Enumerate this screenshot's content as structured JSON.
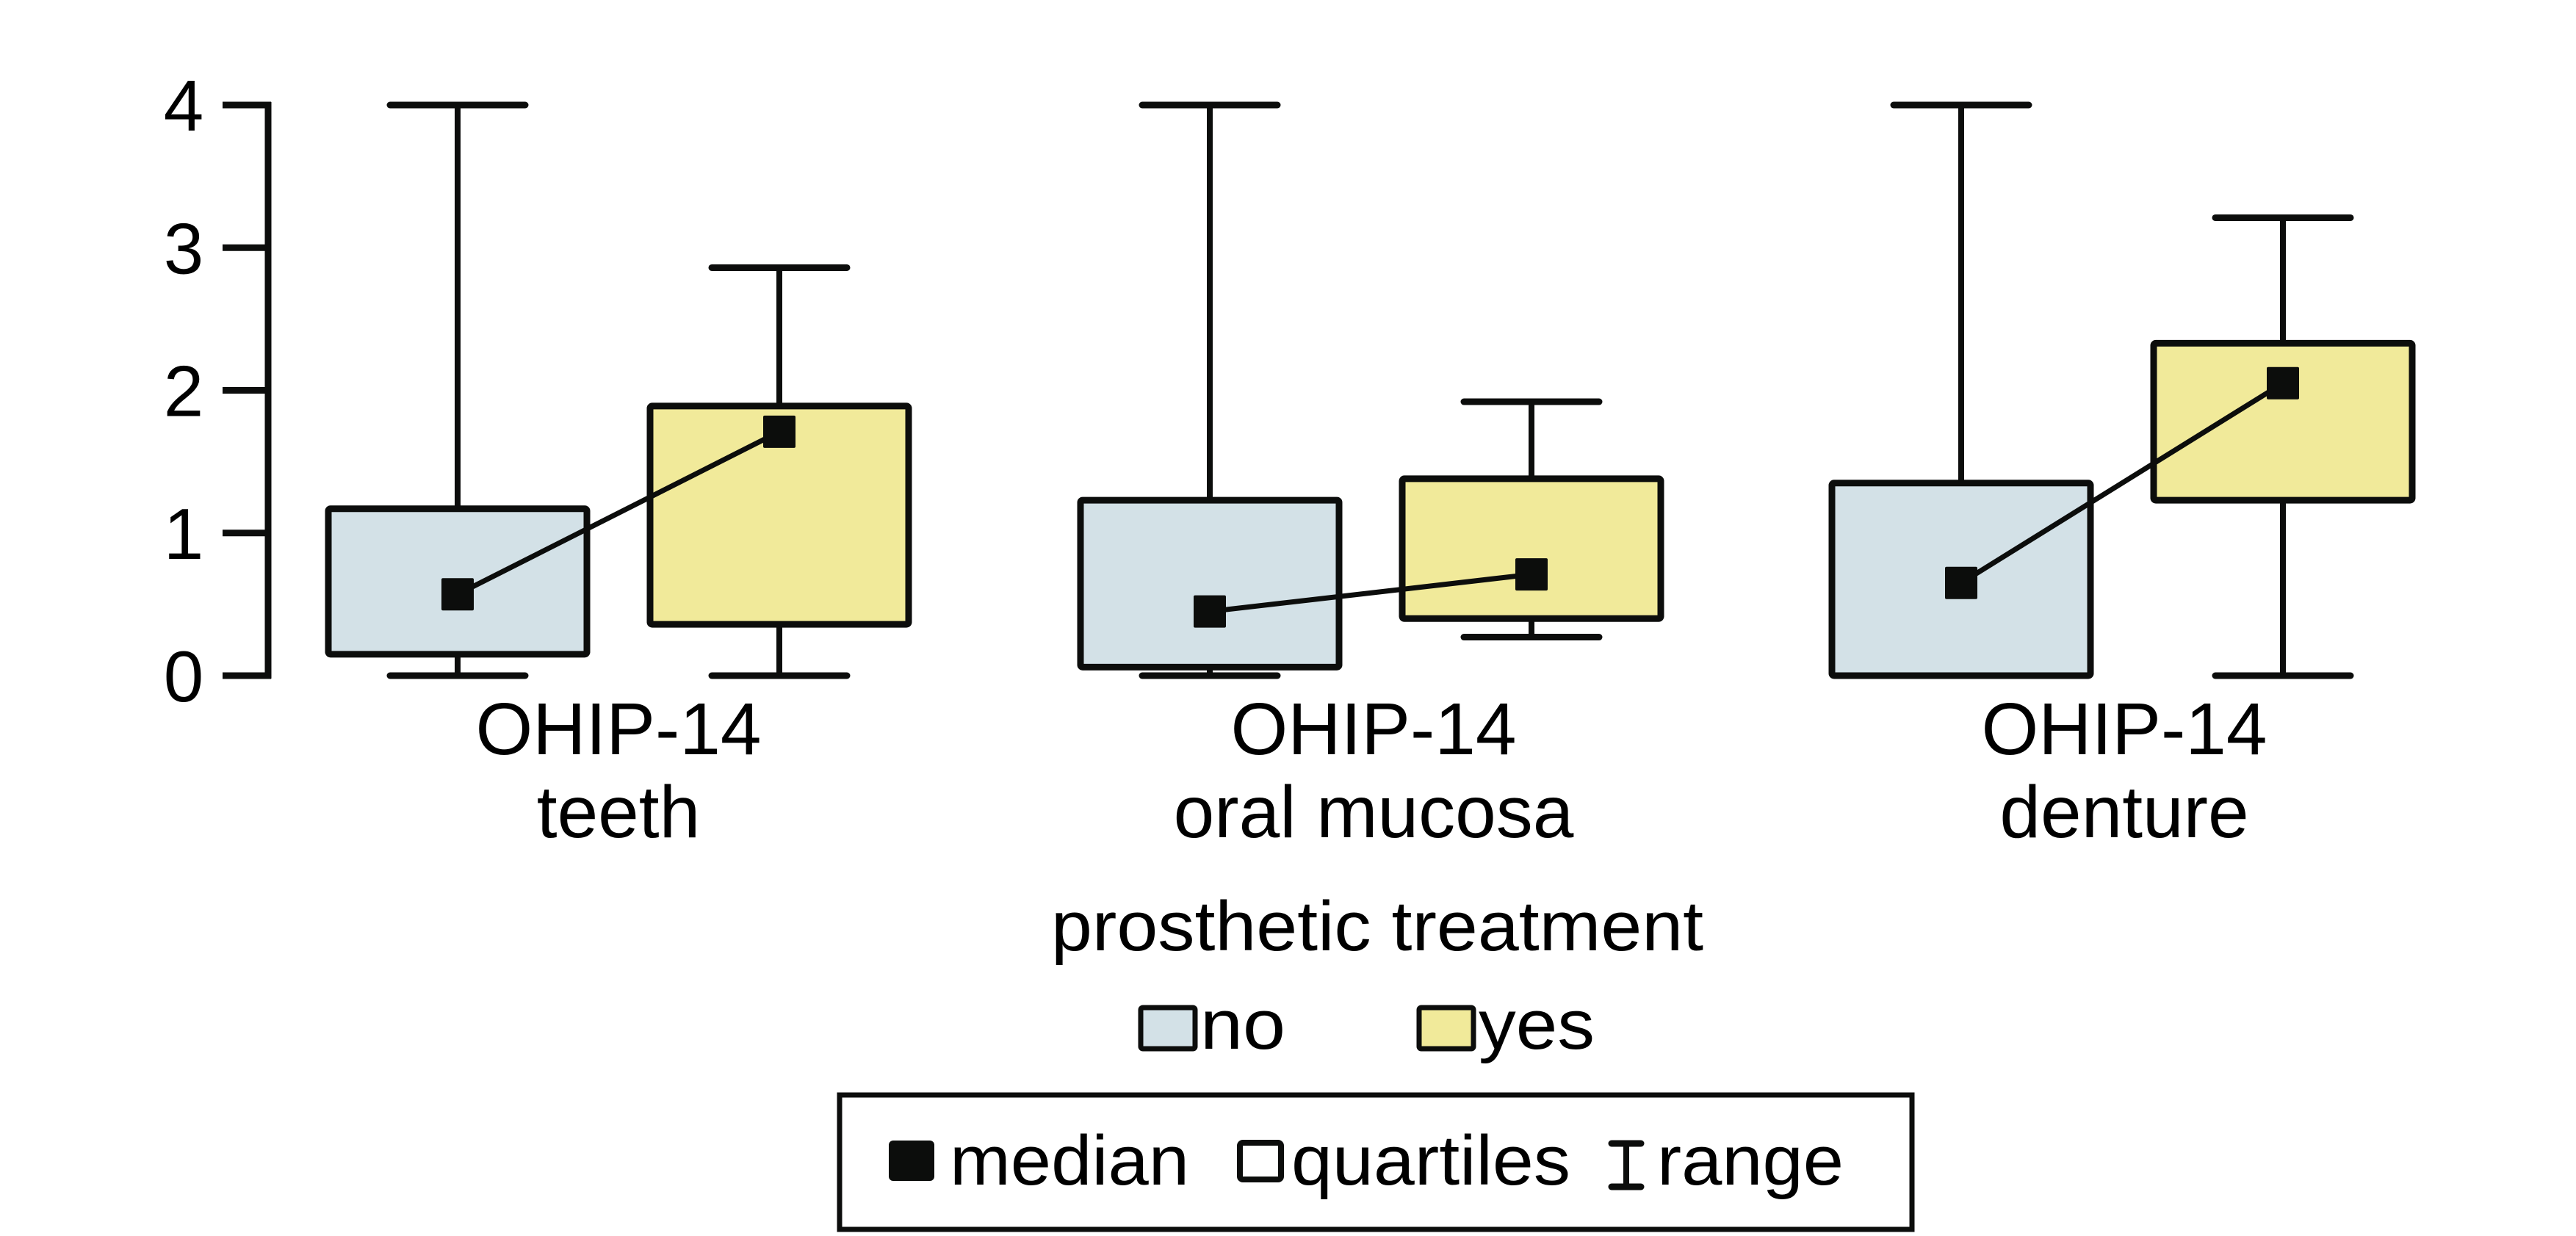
{
  "chart_data": {
    "type": "box",
    "title": "",
    "xlabel": "",
    "ylabel": "",
    "ylim": [
      0,
      4
    ],
    "yticks": [
      0,
      1,
      2,
      3,
      4
    ],
    "ytick_labels": [
      "0",
      "1",
      "2",
      "3",
      "4"
    ],
    "grid": false,
    "categories": [
      {
        "line1": "OHIP-14",
        "line2": "teeth"
      },
      {
        "line1": "OHIP-14",
        "line2": "oral mucosa"
      },
      {
        "line1": "OHIP-14",
        "line2": "denture"
      }
    ],
    "series": [
      {
        "name": "no",
        "color": "#d3e1e7",
        "boxes": [
          {
            "min": 0,
            "q1": 0.15,
            "median": 0.57,
            "q3": 1.17,
            "max": 4
          },
          {
            "min": 0,
            "q1": 0.06,
            "median": 0.45,
            "q3": 1.23,
            "max": 4
          },
          {
            "min": 0,
            "q1": 0.0,
            "median": 0.65,
            "q3": 1.35,
            "max": 4
          }
        ]
      },
      {
        "name": "yes",
        "color": "#f1ea9a",
        "boxes": [
          {
            "min": 0,
            "q1": 0.36,
            "median": 1.71,
            "q3": 1.89,
            "max": 2.86
          },
          {
            "min": 0.27,
            "q1": 0.4,
            "median": 0.71,
            "q3": 1.38,
            "max": 1.92
          },
          {
            "min": 0,
            "q1": 1.23,
            "median": 2.05,
            "q3": 2.33,
            "max": 3.21
          }
        ]
      }
    ],
    "median_connectors": true,
    "legend_title": "prosthetic treatment",
    "legend_placement": "bottom-center",
    "legend_items": [
      {
        "label": "no",
        "color": "#d3e1e7"
      },
      {
        "label": "yes",
        "color": "#f1ea9a"
      }
    ],
    "key": {
      "median_label": "median",
      "quartiles_label": "quartiles",
      "range_label": "range"
    }
  },
  "colors": {
    "stroke": "#0c0d0c",
    "background": "#ffffff"
  }
}
